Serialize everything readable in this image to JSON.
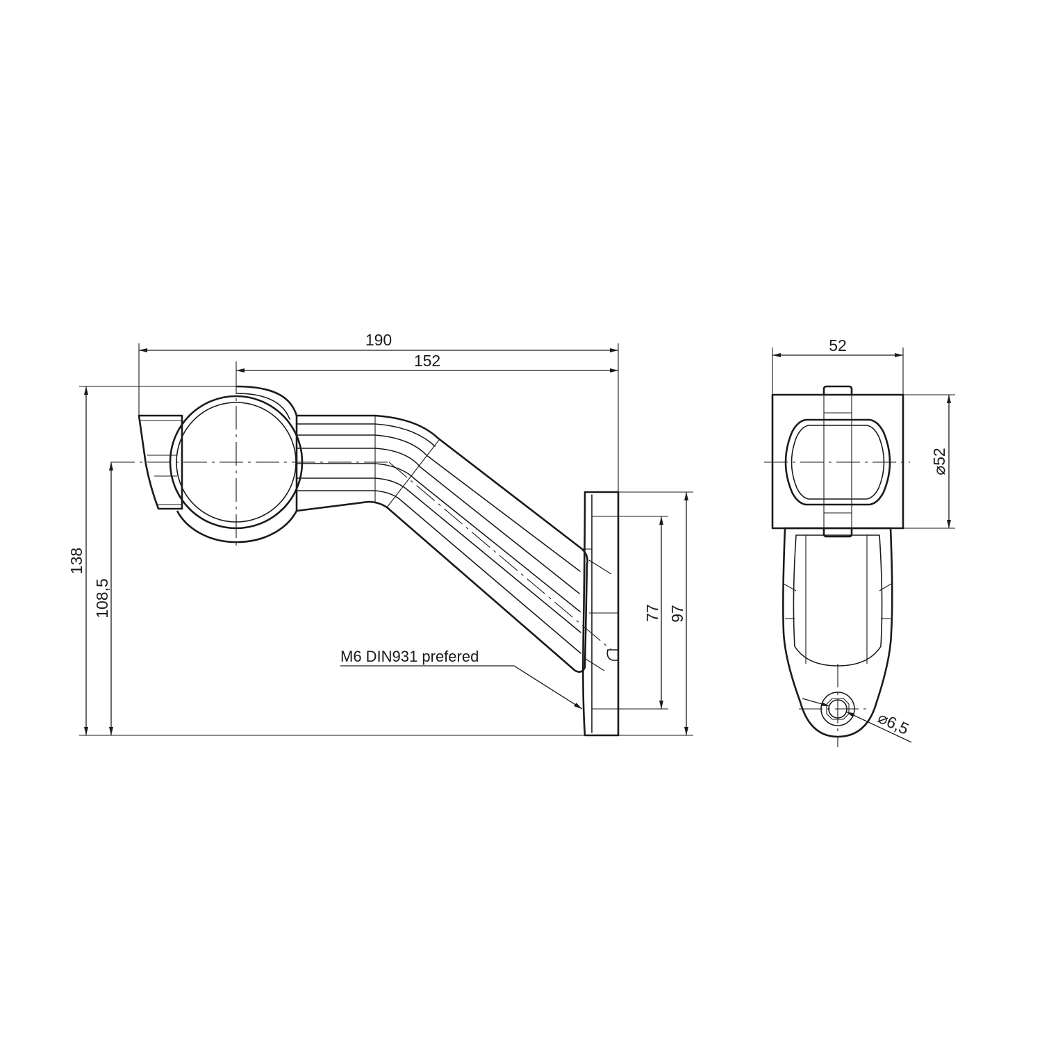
{
  "drawing": {
    "side_view": {
      "dimensions": {
        "overall_length": "190",
        "center_to_back": "152",
        "overall_height": "138",
        "center_height": "108,5",
        "hole_spacing": "77",
        "base_height": "97"
      },
      "note": "M6 DIN931 prefered"
    },
    "front_view": {
      "dimensions": {
        "width": "52",
        "lens_diameter": "⌀52",
        "hole_diameter": "⌀6,5"
      }
    }
  }
}
